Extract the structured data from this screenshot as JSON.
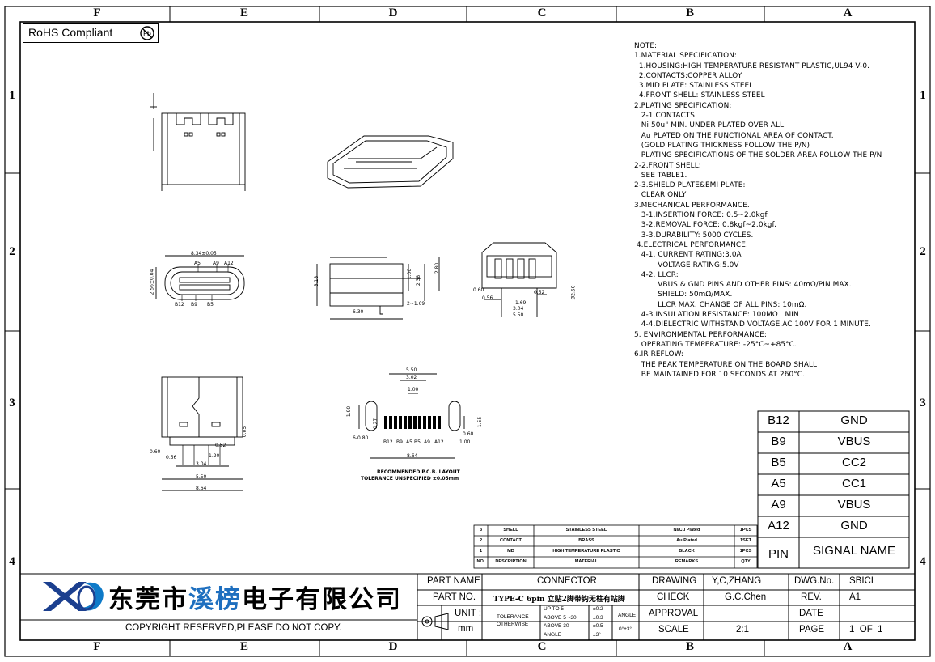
{
  "zones": {
    "columns": [
      "F",
      "E",
      "D",
      "C",
      "B",
      "A"
    ],
    "rows": [
      "1",
      "2",
      "3",
      "4"
    ]
  },
  "rohs": {
    "label": "RoHS Compliant",
    "mark": "Pb"
  },
  "notes": [
    "NOTE:",
    "1.MATERIAL SPECIFICATION:",
    "  1.HOUSING:HIGH TEMPERATURE RESISTANT PLASTIC,UL94 V-0.",
    "  2.CONTACTS:COPPER ALLOY",
    "  3.MID PLATE: STAINLESS STEEL",
    "  4.FRONT SHELL: STAINLESS STEEL",
    "2.PLATING SPECIFICATION:",
    "   2-1.CONTACTS:",
    "   Ni 50u\" MIN. UNDER PLATED OVER ALL.",
    "   Au PLATED ON THE FUNCTIONAL AREA OF CONTACT.",
    "   (GOLD PLATING THICKNESS FOLLOW THE P/N)",
    "   PLATING SPECIFICATIONS OF THE SOLDER AREA FOLLOW THE P/N",
    "2-2.FRONT SHELL:",
    "   SEE TABLE1.",
    "2-3.SHIELD PLATE&EMI PLATE:",
    "   CLEAR ONLY",
    "3.MECHANICAL PERFORMANCE.",
    "   3-1.INSERTION FORCE: 0.5~2.0kgf.",
    "   3-2.REMOVAL FORCE: 0.8kgf~2.0kgf.",
    "   3-3.DURABILITY: 5000 CYCLES.",
    " 4.ELECTRICAL PERFORMANCE.",
    "   4-1. CURRENT RATING:3.0A",
    "          VOLTAGE RATING:5.0V",
    "   4-2. LLCR:",
    "          VBUS & GND PINS AND OTHER PINS: 40mΩ/PIN MAX.",
    "          SHIELD: 50mΩ/MAX.",
    "          LLCR MAX. CHANGE OF ALL PINS: 10mΩ.",
    "   4-3.INSULATION RESISTANCE: 100MΩ   MIN",
    "   4-4.DIELECTRIC WITHSTAND VOLTAGE,AC 100V FOR 1 MINUTE.",
    "5. ENVIRONMENTAL PERFORMANCE:",
    "   OPERATING TEMPERATURE: -25°C~+85°C.",
    "6.IR REFLOW:",
    "   THE PEAK TEMPERATURE ON THE BOARD SHALL",
    "   BE MAINTAINED FOR 10 SECONDS AT 260°C."
  ],
  "pin_table": {
    "rows": [
      {
        "pin": "B12",
        "signal": "GND"
      },
      {
        "pin": "B9",
        "signal": "VBUS"
      },
      {
        "pin": "B5",
        "signal": "CC2"
      },
      {
        "pin": "A5",
        "signal": "CC1"
      },
      {
        "pin": "A9",
        "signal": "VBUS"
      },
      {
        "pin": "A12",
        "signal": "GND"
      }
    ],
    "header_pin": "PIN",
    "header_signal": "SIGNAL NAME"
  },
  "bom": {
    "rows": [
      {
        "no": "3",
        "desc": "SHELL",
        "material": "STAINLESS STEEL",
        "remarks": "Ni/Cu Plated",
        "qty": "1PCS"
      },
      {
        "no": "2",
        "desc": "CONTACT",
        "material": "BRASS",
        "remarks": "Au Plated",
        "qty": "1SET"
      },
      {
        "no": "1",
        "desc": "MD",
        "material": "HIGH TEMPERATURE PLASTIC",
        "remarks": "BLACK",
        "qty": "1PCS"
      }
    ],
    "headers": {
      "no": "NO.",
      "desc": "DESCRIPTION",
      "material": "MATERIAL",
      "remarks": "REMARKS",
      "qty": "QTY"
    }
  },
  "title_block": {
    "company": "东莞市溪榜电子有限公司",
    "company_prefix": "东莞市",
    "company_highlight": "溪榜",
    "company_suffix": "电子有限公司",
    "copyright": "COPYRIGHT RESERVED,PLEASE DO NOT COPY.",
    "part_name_label": "PART NAME",
    "part_name": "CONNECTOR",
    "part_no_label": "PART NO.",
    "part_no": "TYPE-C 6pin 立贴2脚带钩无柱有站脚",
    "unit_label": "UNIT :",
    "unit": "mm",
    "tolerance_label": "TOLERANCE",
    "otherwise_label": "OTHERWISE",
    "tol_rows": [
      {
        "range": "UP TO 5",
        "value": "±0.2"
      },
      {
        "range": "ABOVE 5 ~30",
        "value": "±0.3"
      },
      {
        "range": "ABOVE 30",
        "value": "±0.5"
      },
      {
        "range": "ANGLE",
        "value": "±3°"
      }
    ],
    "angle_label": "ANGLE",
    "angle_value": "0°±3°",
    "drawing_label": "DRAWING",
    "drawing": "Y,C,ZHANG",
    "check_label": "CHECK",
    "check": "G.C.Chen",
    "approval_label": "APPROVAL",
    "scale_label": "SCALE",
    "scale": "2:1",
    "dwg_label": "DWG.No.",
    "dwg": "SBICL",
    "rev_label": "REV.",
    "rev": "A1",
    "date_label": "DATE",
    "page_label": "PAGE",
    "page": "1  OF  1"
  },
  "dims": {
    "top_view_width": "8.34±0.05",
    "pins_top": [
      "A5",
      "A9",
      "A12"
    ],
    "pins_bottom": [
      "B12",
      "B9",
      "B5"
    ],
    "height_front": "2.56±0.04",
    "side_630": "6.30",
    "side_318": "3.18",
    "side_100": "1.00",
    "side_238": "2.38",
    "side_280": "2.80",
    "side_169": "2~1.69",
    "rear_060": "0.60",
    "rear_056": "0.56",
    "rear_052": "0.52",
    "rear_169": "1.69",
    "rear_304": "3.04",
    "rear_550": "5.50",
    "rear_250": "Ø2.50",
    "bot_060": "0.60",
    "bot_056": "0.56",
    "bot_052": "0.52",
    "bot_120": "1.20",
    "bot_304": "3.04",
    "bot_550": "5.50",
    "bot_864": "8.64",
    "bot_005": "0.05",
    "pcb_550": "5.50",
    "pcb_302": "3.02",
    "pcb_100": "1.00",
    "pcb_190": "1.90",
    "pcb_027": "0.27",
    "pcb_6080": "6-0.80",
    "pcb_155": "1.55",
    "pcb_060": "0.60",
    "pcb_100b": "1.00",
    "pcb_864": "8.64",
    "pcb_pins": [
      "B12",
      "B9",
      "A5",
      "B5",
      "A9",
      "A12"
    ],
    "pcb_caption1": "RECOMMENDED  P.C.B. LAYOUT",
    "pcb_caption2": "TOLERANCE UNSPECIFIED ±0.05mm"
  }
}
